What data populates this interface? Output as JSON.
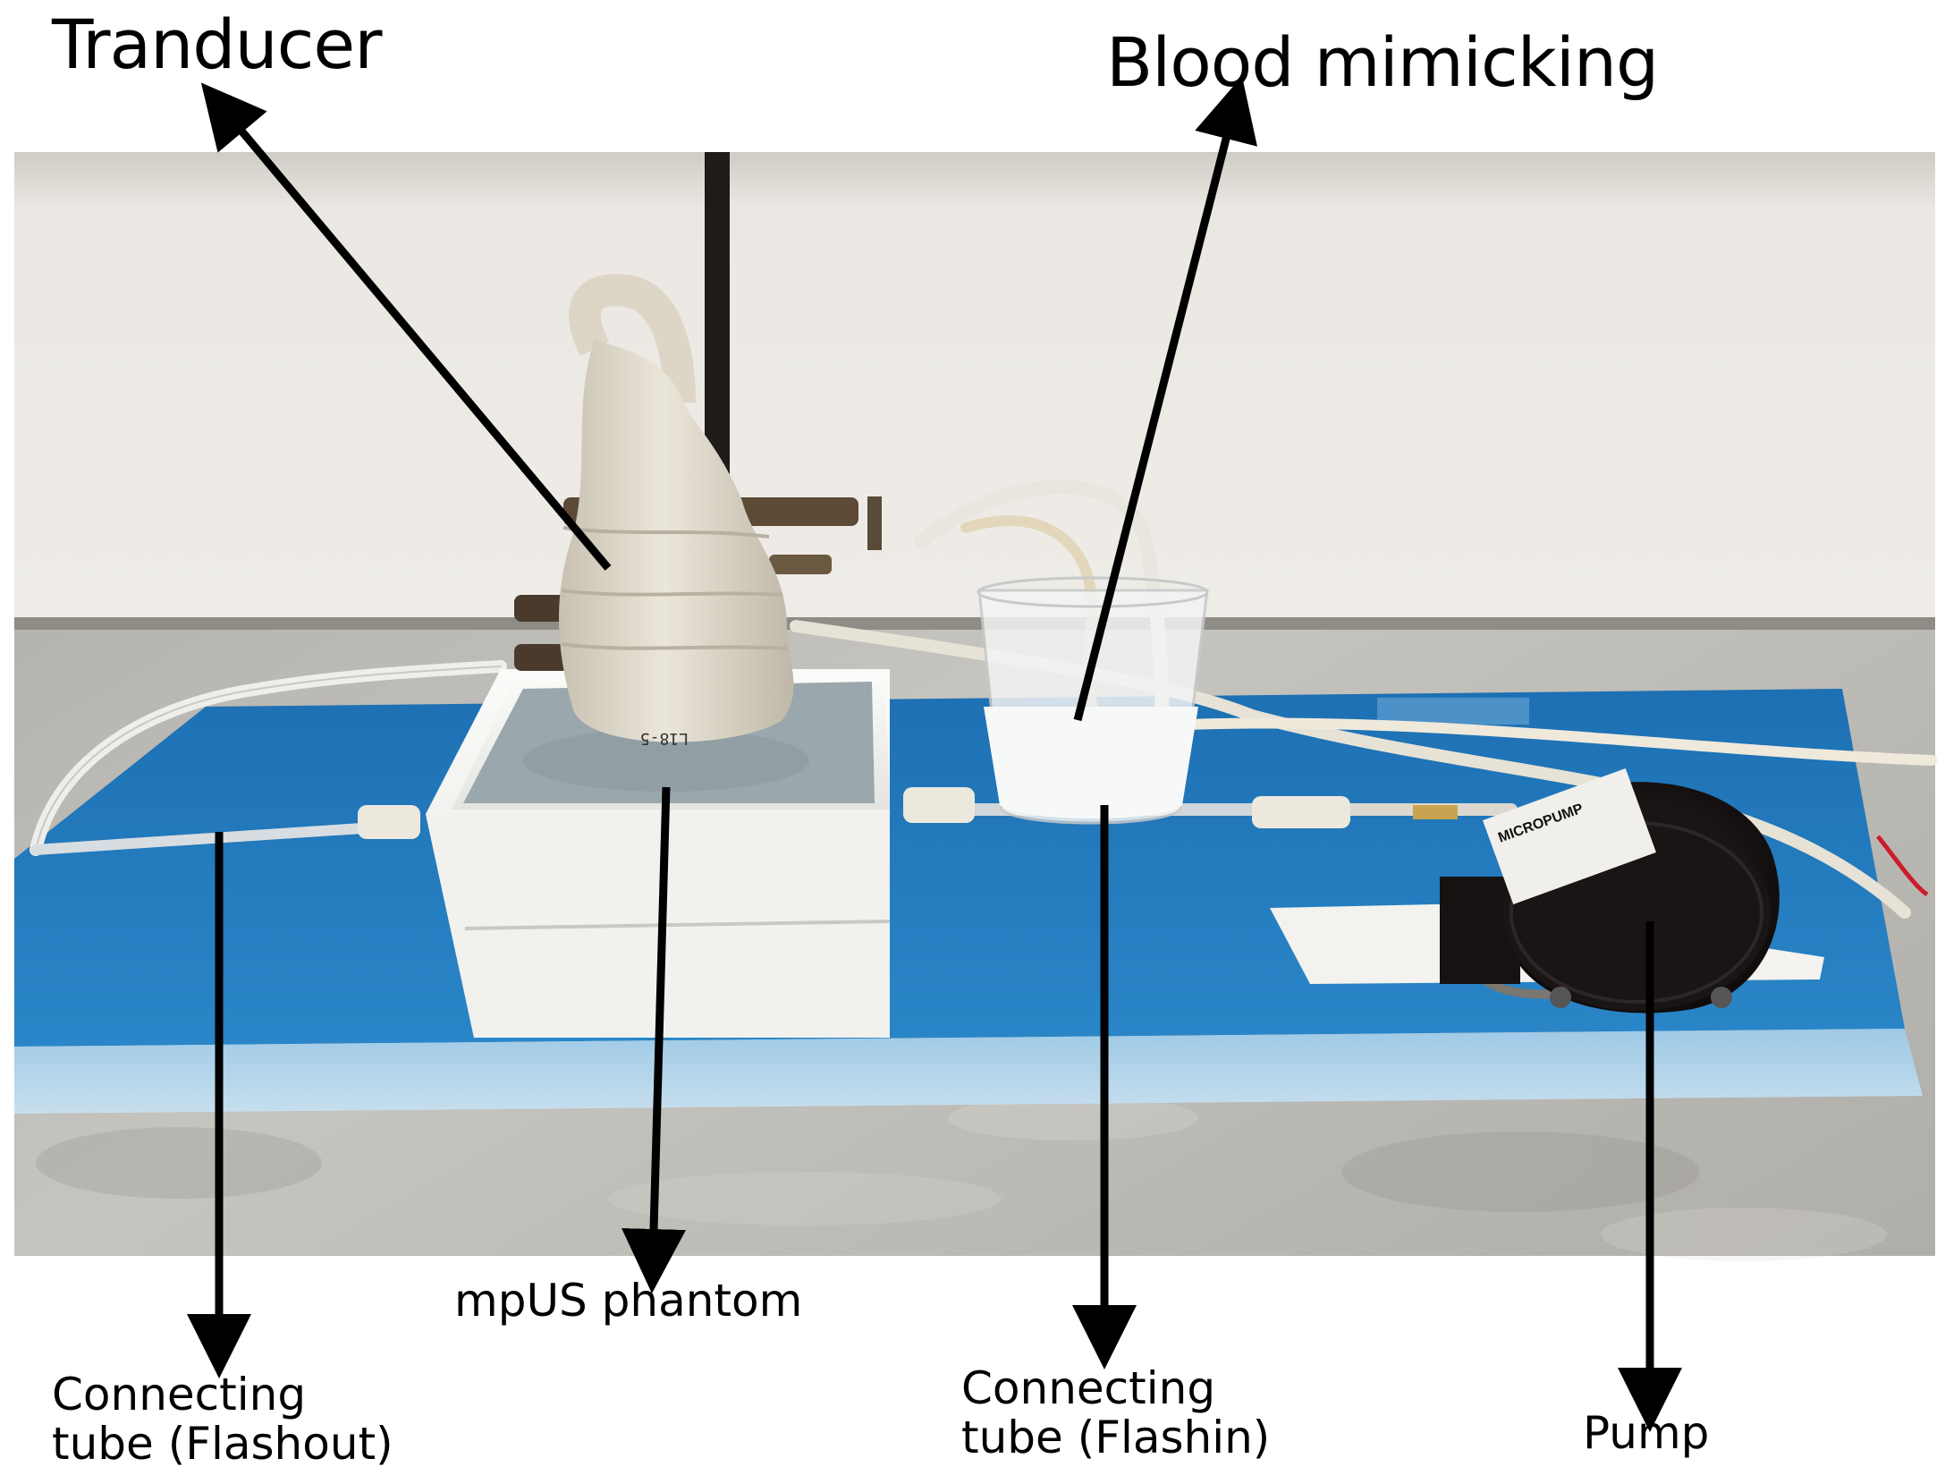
{
  "labels": {
    "transducer": "Tranducer",
    "blood": "Blood mimicking",
    "flashout_line1": "Connecting",
    "flashout_line2": "tube (Flashout)",
    "phantom": "mpUS phantom",
    "flashin_line1": "Connecting",
    "flashin_line2": "tube (Flashin)",
    "pump": "Pump"
  },
  "probe_marking": "L18-5",
  "pump_brand": "MICROPUMP",
  "colors": {
    "wall": "#e9e6e1",
    "bench": "#b9b7b2",
    "board": "#1f7bbf",
    "box": "#f4f4f2",
    "gel": "#9aa7ad",
    "probe": "#ddd6c6",
    "pump": "#1b1414",
    "arrow": "#000000"
  }
}
